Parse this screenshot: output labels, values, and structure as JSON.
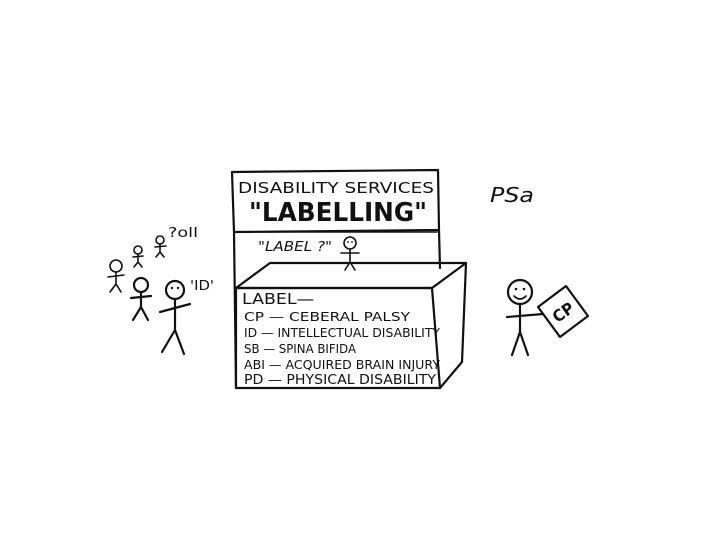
{
  "booth": {
    "title_line1": "DISABILITY SERVICES",
    "title_line2": "\"LABELLING\"",
    "speech": "\"LABEL ?\"",
    "label_heading": "LABEL—",
    "labels": [
      "CP — CEBERAL PALSY",
      "ID — INTELLECTUAL DISABILITY",
      "SB — SPINA BIFIDA",
      "ABI — ACQUIRED BRAIN INJURY",
      "PD — PHYSICAL DISABILITY"
    ]
  },
  "queue": {
    "tag_text": "'ID'",
    "small_text": "?oll"
  },
  "right_figure": {
    "initials": "PSa",
    "sign_text": "CP"
  },
  "colors": {
    "ink": "#111111",
    "paper": "#ffffff"
  }
}
